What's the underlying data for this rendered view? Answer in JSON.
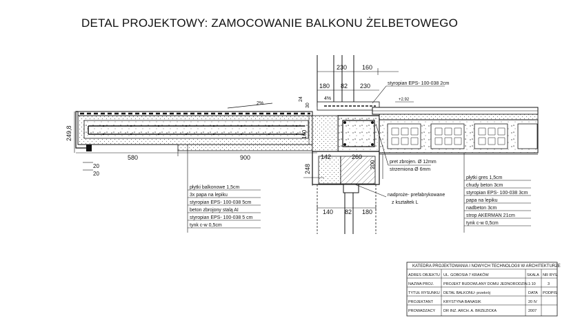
{
  "title": "DETAL PROJEKTOWY: ZAMOCOWANIE BALKONU ŻELBETOWEGO",
  "dimensions": {
    "top_230_a": "230",
    "top_160": "160",
    "mid_180": "180",
    "mid_82": "82",
    "mid_230": "230",
    "v_24": "24",
    "v_30": "30",
    "left_249_8": "249,8",
    "d_580": "580",
    "d_900": "900",
    "d_20_a": "20",
    "d_20_b": "20",
    "v_160": "160",
    "v_248": "248",
    "d_142": "142",
    "d_260": "260",
    "v_200": "200",
    "b_140": "140",
    "b_82": "82",
    "b_180": "180"
  },
  "slopes": {
    "s1": "2%",
    "s2": "4%"
  },
  "level": "+2.92",
  "callouts": {
    "styropian_top": "styropian EPS- 100-038  2cm",
    "pret": "pret zbrojen. Ø 12mm",
    "strzemiona": "strzemiona Ø 6mm",
    "nadproze_1": "nadproże- prefabrykowane",
    "nadproze_2": "z kształtek L"
  },
  "layers_left": [
    "płytki balkonowe 1,5cm",
    "3x papa na lepiku",
    "styropian EPS- 100-038 5cm",
    "beton zbrojony stalą AI",
    "styropian EPS- 100-038 5 cm",
    "tynk c-w 0,5cm"
  ],
  "layers_right": [
    "płytki gres 1,5cm",
    "chudy beton 3cm",
    "styropian EPS- 100-038  3cm",
    "papa na lepiku",
    "nadbeton 3cm",
    "strop AKERMAN 21cm",
    "tynk c-w 0,5cm"
  ],
  "title_block": {
    "header": "KATEDRA PROJEKTOWANIA I NOWYCH TECHNOLOGII W ARCHITEKTURZE",
    "rows": [
      [
        "ADRES OBJEKTU",
        "UL. GOBOSIA 7 KRAKÓW",
        "SKALA",
        "NR RYS."
      ],
      [
        "NAZWA PROJ.",
        "PROJEKT BUDOWLANY DOMU JEDNORODZIN.",
        "1:10",
        "3"
      ],
      [
        "TYTUŁ RYSUNKU",
        "DETAL BALKONU- przekrój",
        "DATA",
        "PODPIS"
      ],
      [
        "PROJEKTANT",
        "KRYSTYNA BANASIK",
        "20 IV",
        ""
      ],
      [
        "PROWADZACY",
        "DR INZ. ARCH. A.  BRZEZICKA",
        "2007",
        ""
      ]
    ]
  }
}
